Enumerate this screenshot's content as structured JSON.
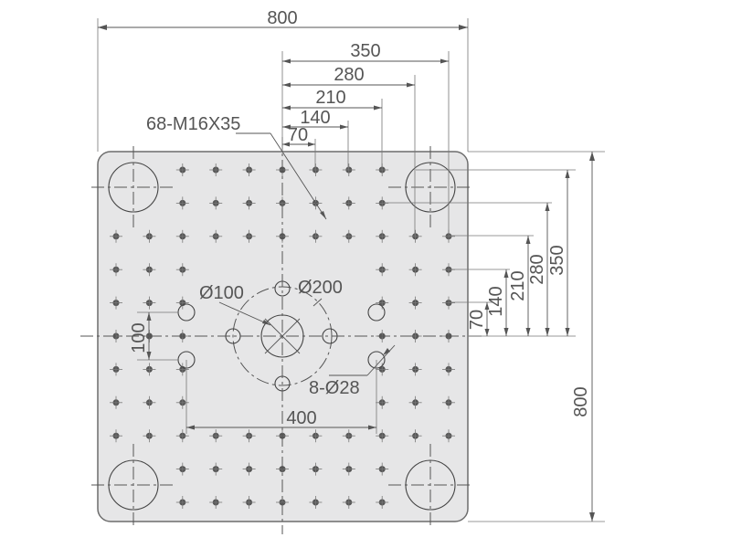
{
  "labels": {
    "overall_width": "800",
    "overall_height": "800",
    "h350": "350",
    "h280": "280",
    "h210": "210",
    "h140": "140",
    "h70": "70",
    "v350": "350",
    "v280": "280",
    "v210": "210",
    "v140": "140",
    "v70": "70",
    "tapped_holes": "68-M16X35",
    "center_bore": "Ø100",
    "bolt_circle": "Ø200",
    "pcd_holes": "8-Ø28",
    "hole_spacing_h": "400",
    "hole_offset_v": "100"
  },
  "colors": {
    "plate_fill": "#e6e6e7",
    "line": "#555555"
  }
}
